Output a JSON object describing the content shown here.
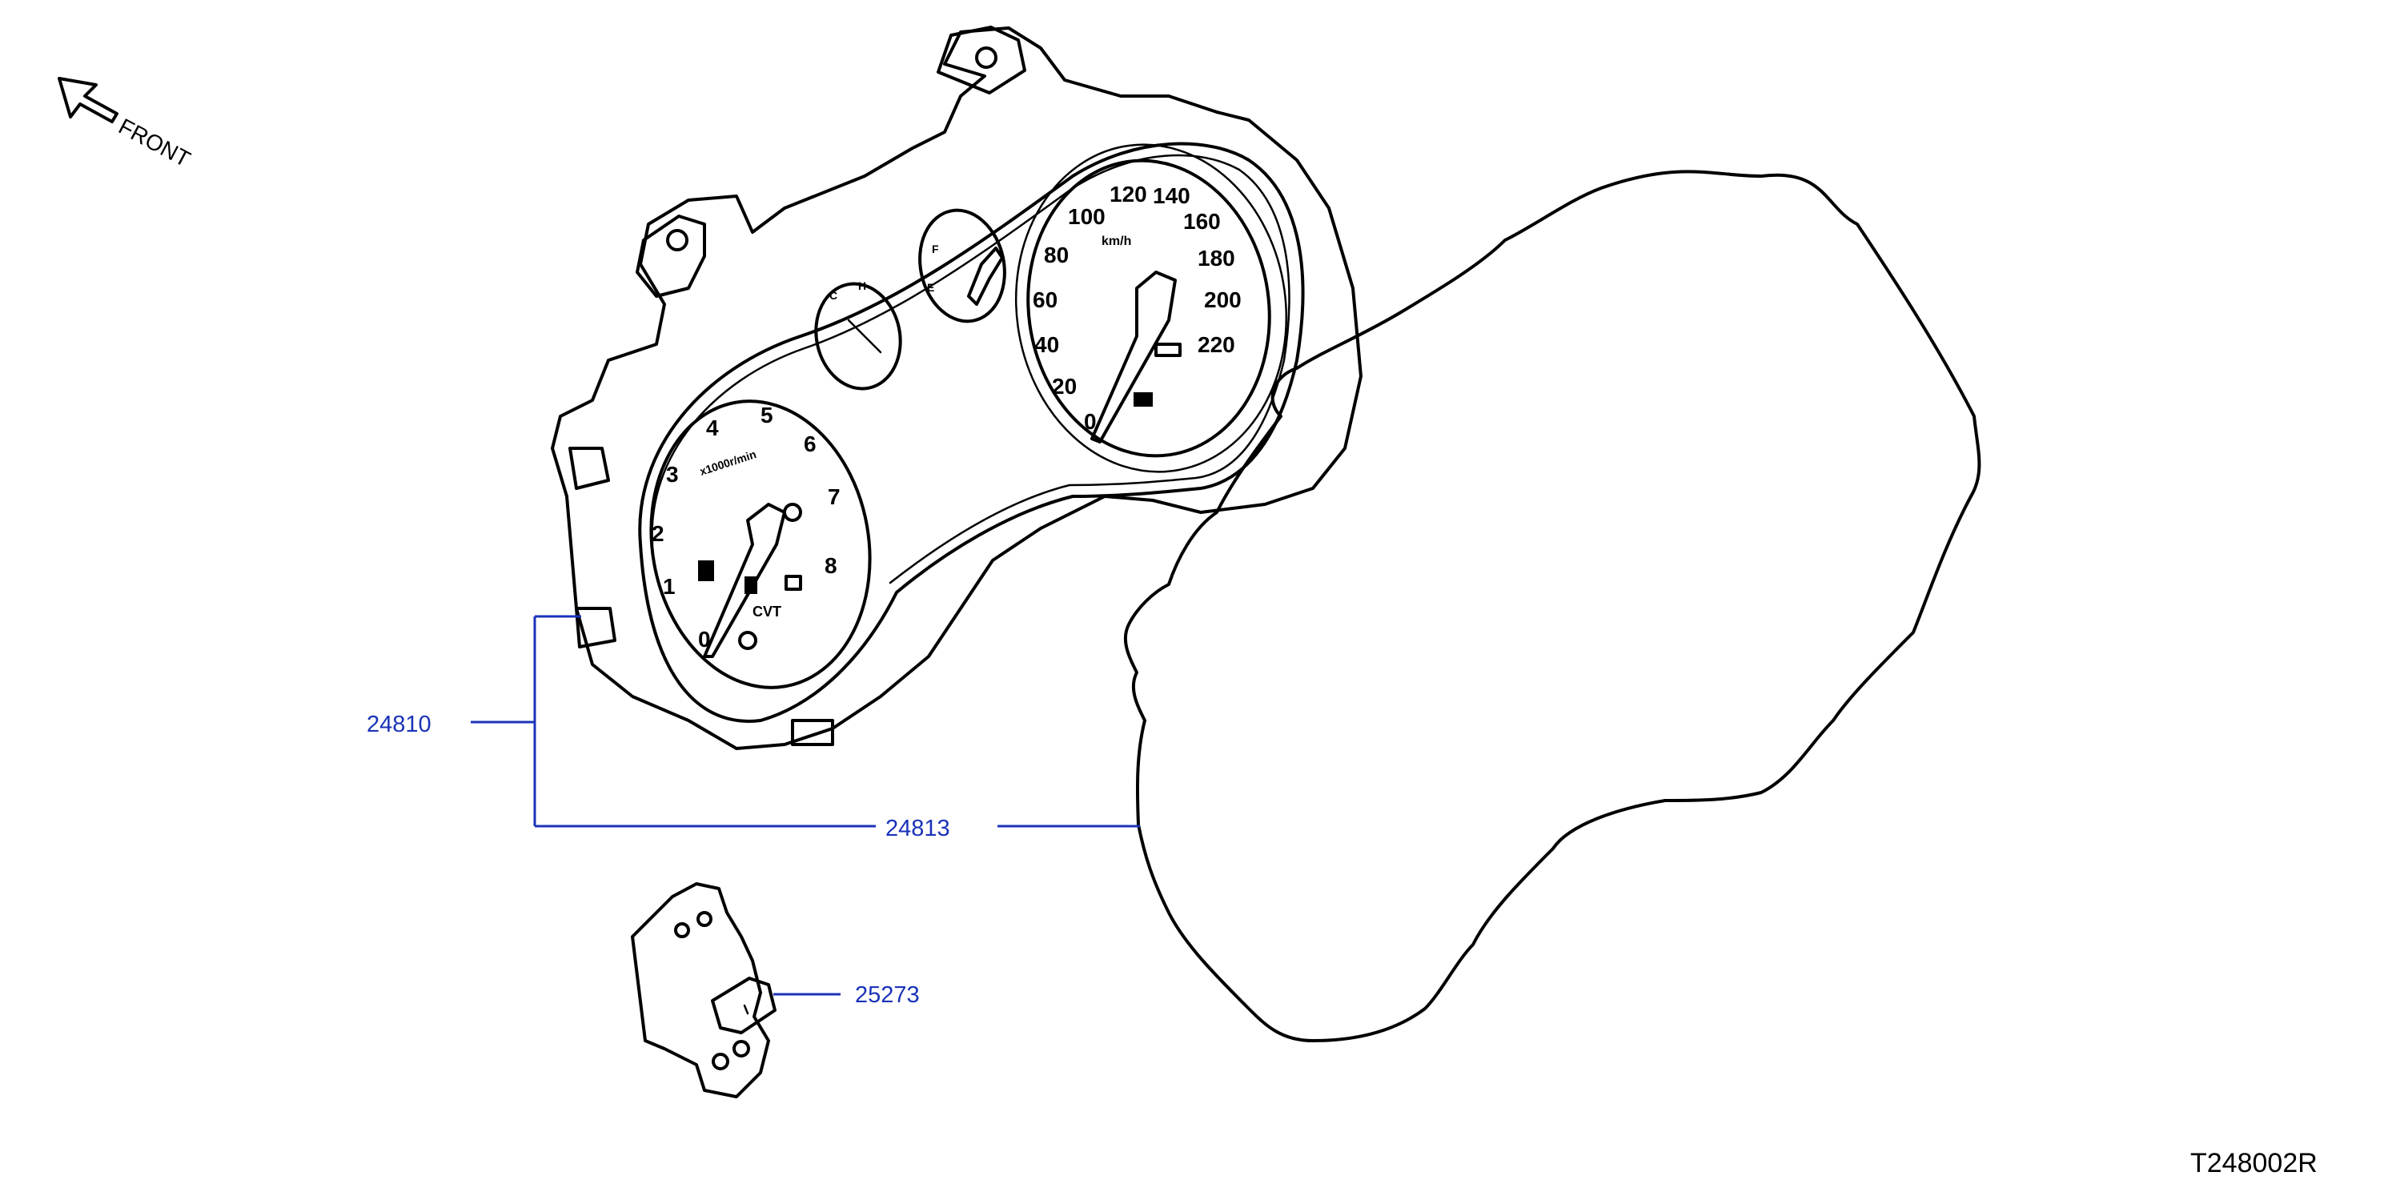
{
  "colors": {
    "callout": "#1a33b8",
    "line": "#000000",
    "background": "#ffffff"
  },
  "front_label": "FRONT",
  "diagram_code": "T248002R",
  "callouts": [
    {
      "id": "24810",
      "label": "24810"
    },
    {
      "id": "24813",
      "label": "24813"
    },
    {
      "id": "25273",
      "label": "25273"
    }
  ],
  "gauges": {
    "tachometer": {
      "unit": "x1000r/min",
      "ticks": [
        "0",
        "1",
        "2",
        "3",
        "4",
        "5",
        "6",
        "7",
        "8"
      ]
    },
    "speedometer": {
      "unit": "km/h",
      "ticks": [
        "0",
        "20",
        "40",
        "60",
        "80",
        "100",
        "120",
        "140",
        "160",
        "180",
        "200",
        "220"
      ]
    },
    "fuel_gauge": {
      "ticks": [
        "E",
        "F"
      ]
    },
    "temp_gauge": {
      "ticks": [
        "C",
        "H"
      ]
    },
    "indicator_text": [
      "CVT"
    ]
  }
}
